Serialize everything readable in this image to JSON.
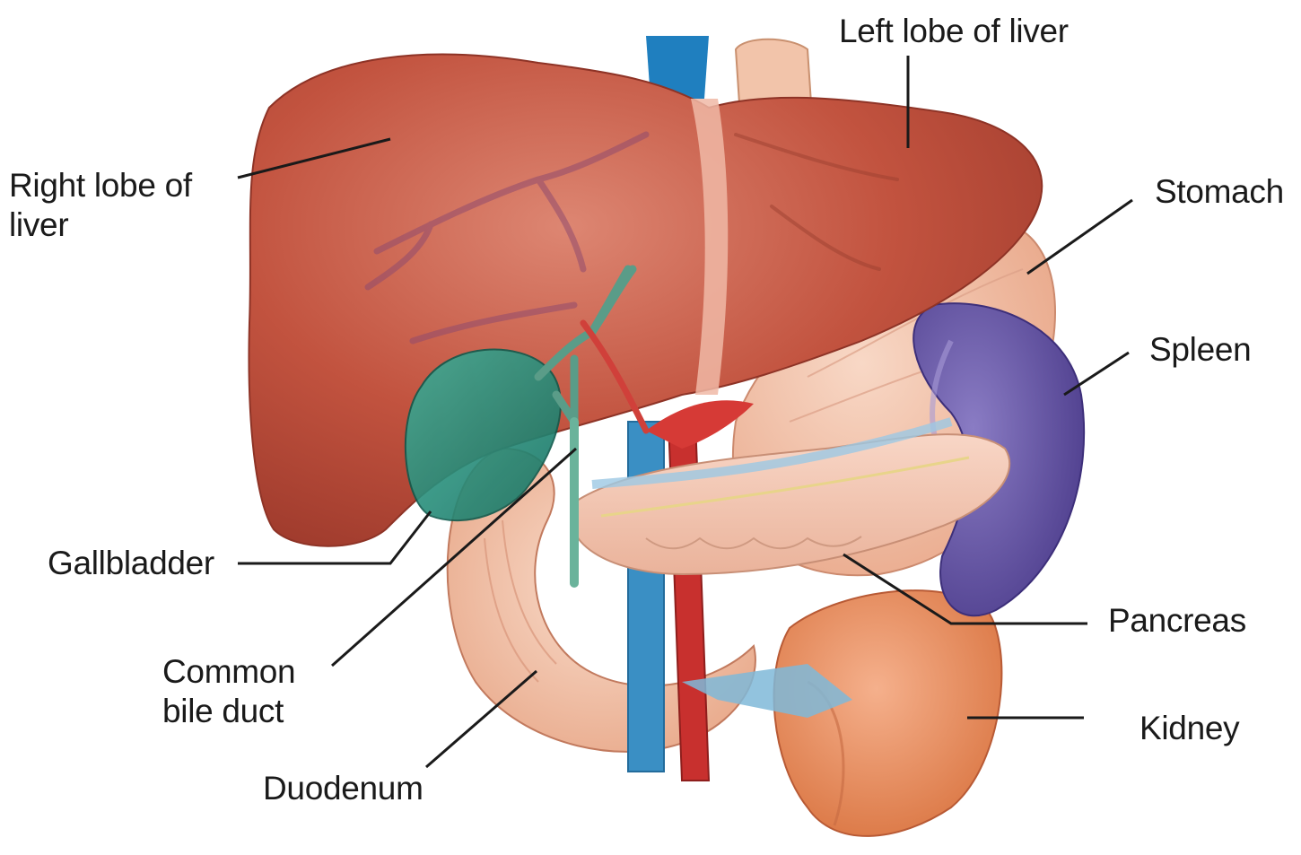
{
  "diagram": {
    "labels": {
      "left_lobe": "Left lobe of liver",
      "right_lobe_line1": "Right lobe of",
      "right_lobe_line2": "liver",
      "stomach": "Stomach",
      "spleen": "Spleen",
      "gallbladder": "Gallbladder",
      "pancreas": "Pancreas",
      "common_bile_line1": "Common",
      "common_bile_line2": "bile duct",
      "kidney": "Kidney",
      "duodenum": "Duodenum"
    },
    "colors": {
      "liver": "#c2533f",
      "liver_dark": "#9e3a2c",
      "liver_light": "#dd8672",
      "stomach": "#efb9a0",
      "spleen": "#6a5aa8",
      "pancreas": "#f2c6b2",
      "gallbladder": "#1f8c7c",
      "bile_duct": "#5a9c88",
      "vein": "#3a8fc4",
      "artery": "#c8302e",
      "kidney": "#e58a5e",
      "duodenum": "#f3c2a8",
      "leader": "#1a1a1a"
    }
  }
}
